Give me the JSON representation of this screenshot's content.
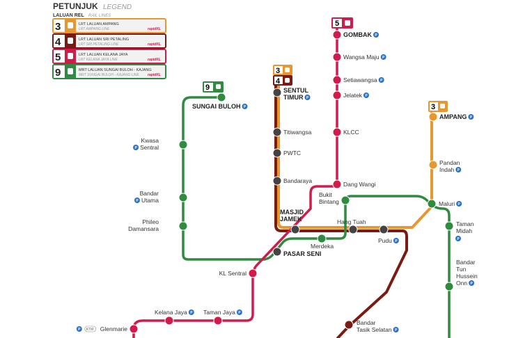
{
  "legend": {
    "title": "PETUNJUK",
    "title_en": "LEGEND",
    "subtitle": "LALUAN REL",
    "subtitle_en": "RAIL LINES",
    "brand": "rapidKL",
    "lines": [
      {
        "num": "3",
        "name": "LRT LALUAN AMPANG",
        "name_en": "LRT AMPANG LINE",
        "color": "#e8972e"
      },
      {
        "num": "4",
        "name": "LRT LALUAN SRI PETALING",
        "name_en": "LRT SRI PETALING LINE",
        "color": "#7b1a12"
      },
      {
        "num": "5",
        "name": "LRT  LALUAN KELANA JAYA",
        "name_en": "LRT KELANA JAYA LINE",
        "color": "#d11c4b"
      },
      {
        "num": "9",
        "name": "MRT LALUAN SUNGAI BULOH - KAJANG",
        "name_en": "MRT SUNGAI BULOH - KAJANG LINE",
        "color": "#2e8b3f"
      }
    ]
  },
  "line_badges": {
    "kj": "5",
    "ag": "3",
    "sp": "4",
    "mrt": "9"
  },
  "parking": "P",
  "stations": {
    "gombak": "GOMBAK",
    "wangsa_maju": "Wangsa Maju",
    "setiawangsa": "Setiawangsa",
    "jelatek": "Jelatek",
    "klcc": "KLCC",
    "dang_wangi": "Dang Wangi",
    "sentul_timur": [
      "SENTUL",
      "TIMUR"
    ],
    "titiwangsa": "Titiwangsa",
    "pwtc": "PWTC",
    "bandaraya": "Bandaraya",
    "masjid_jamek": [
      "MASJID",
      "JAMEK"
    ],
    "pasar_seni": "PASAR SENI",
    "hang_tuah": "Hang Tuah",
    "pudu": "Pudu",
    "merdeka": "Merdeka",
    "bukit_bintang": [
      "Bukit",
      "Bintang"
    ],
    "maluri": "Maluri",
    "ampang": "AMPANG",
    "pandan_indah": [
      "Pandan",
      "Indah"
    ],
    "taman_midah": [
      "Taman",
      "Midah"
    ],
    "bandar_tun_hussein_onn": [
      "Bandar",
      "Tun",
      "Hussein",
      "Onn"
    ],
    "sungai_buloh": "SUNGAI BULOH",
    "kwasa_sentral": [
      "Kwasa",
      "Sentral"
    ],
    "bandar_utama": [
      "Bandar",
      "Utama"
    ],
    "phileo_damansara": [
      "Phileo",
      "Damansara"
    ],
    "kl_sentral": "KL Sentral",
    "kelana_jaya": "Kelana Jaya",
    "taman_jaya": "Taman Jaya",
    "glenmarie": "Glenmarie",
    "glenmarie_icon": "KTM",
    "bandar_tasik_selatan": [
      "Bandar",
      "Tasik Selatan"
    ]
  }
}
